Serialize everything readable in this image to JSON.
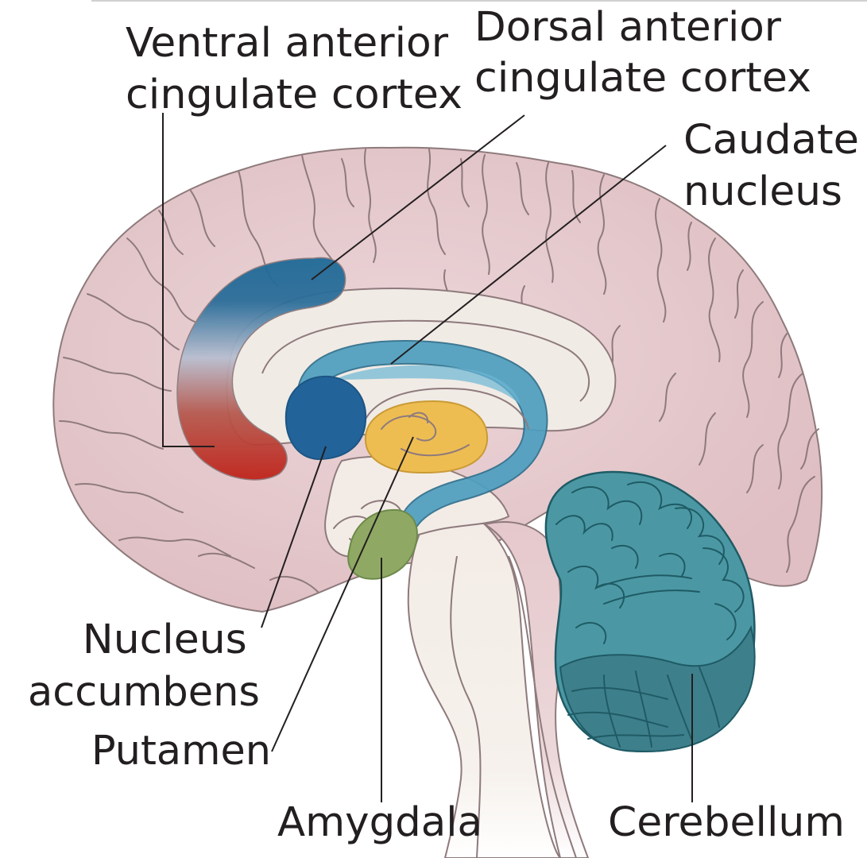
{
  "labels": {
    "ventral_acc": [
      "Ventral anterior",
      "cingulate cortex"
    ],
    "dorsal_acc": [
      "Dorsal anterior",
      "cingulate cortex"
    ],
    "caudate": [
      "Caudate",
      "nucleus"
    ],
    "nucleus_accumbens": [
      "Nucleus",
      "accumbens"
    ],
    "putamen": "Putamen",
    "amygdala": "Amygdala",
    "cerebellum": "Cerebellum"
  },
  "colors": {
    "cortex": "#e5c8cc",
    "cortex_outline": "#8e7a7c",
    "white_matter": "#f1ebe5",
    "acc_dorsal": "#1d6a98",
    "acc_ventral": "#c0231a",
    "caudate": "#4e9ec0",
    "nucleus_accumbens": "#22639a",
    "putamen": "#eebd52",
    "amygdala": "#8fa964",
    "cerebellum": "#4b98a4",
    "label": "#231f20"
  }
}
